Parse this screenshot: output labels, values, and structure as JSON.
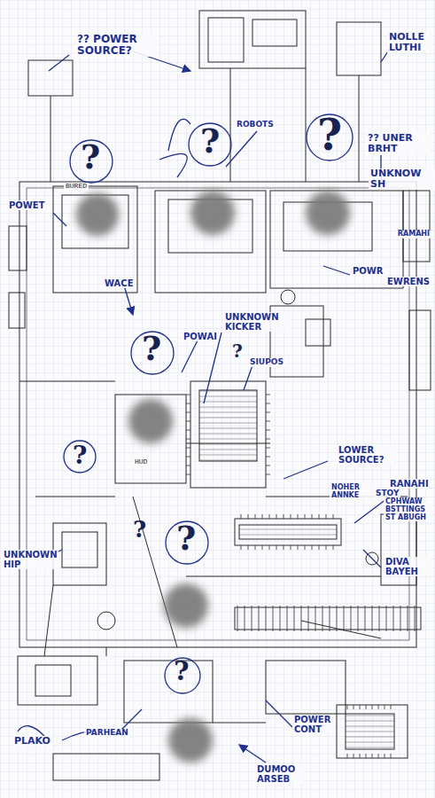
{
  "diagram": {
    "labels": [
      "?? POWER SOURCE?",
      "NOLLE LUTHI",
      "ROBOTS",
      "?? UNER BRHT",
      "UNKNOW SH",
      "POWET",
      "WACE",
      "POWAI",
      "UNKNOWN KICKER",
      "SIUPOS",
      "POWR",
      "EWRENS",
      "RAMAHI",
      "LOWER SOURCE?",
      "RANAHI",
      "NOHER ANNKE",
      "STOY",
      "CPHWAW BSTTINGS ST ABUGH",
      "DIVA BAYEH",
      "UNKNOWN HIP",
      "PARHEAN",
      "POWER CONT",
      "DUMOO ARSEB",
      "PLAKO",
      "?",
      "?",
      "?",
      "?",
      "?",
      "?",
      "?",
      "?",
      "?",
      "BURED",
      "HUD"
    ]
  }
}
